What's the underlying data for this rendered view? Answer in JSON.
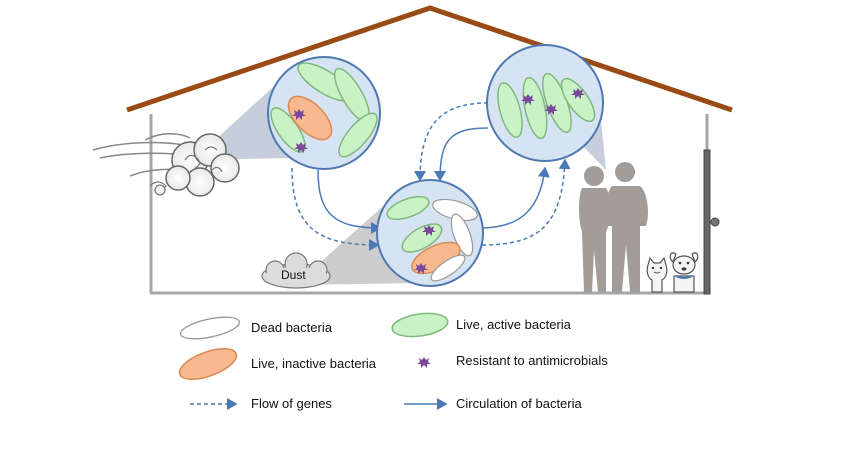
{
  "diagram": {
    "dust_label": "Dust",
    "legend": [
      {
        "key": "dead",
        "label": "Dead bacteria"
      },
      {
        "key": "active",
        "label": "Live, active bacteria"
      },
      {
        "key": "inactive",
        "label": "Live, inactive bacteria"
      },
      {
        "key": "resistant",
        "label": "Resistant to antimicrobials"
      },
      {
        "key": "genes",
        "label": "Flow of genes"
      },
      {
        "key": "circulation",
        "label": "Circulation of bacteria"
      }
    ]
  },
  "colors": {
    "roof": "#9a4a14",
    "wall": "#a6a6a6",
    "circle_fill": "#d6e3f2",
    "circle_stroke": "#4f79b0",
    "active_fill": "#c9f2c6",
    "active_stroke": "#7fb87c",
    "inactive_fill": "#f8b98e",
    "inactive_stroke": "#d98a55",
    "resistant": "#7a4a9a",
    "arrow": "#4a7ab5",
    "silhouette": "#a29d98"
  }
}
